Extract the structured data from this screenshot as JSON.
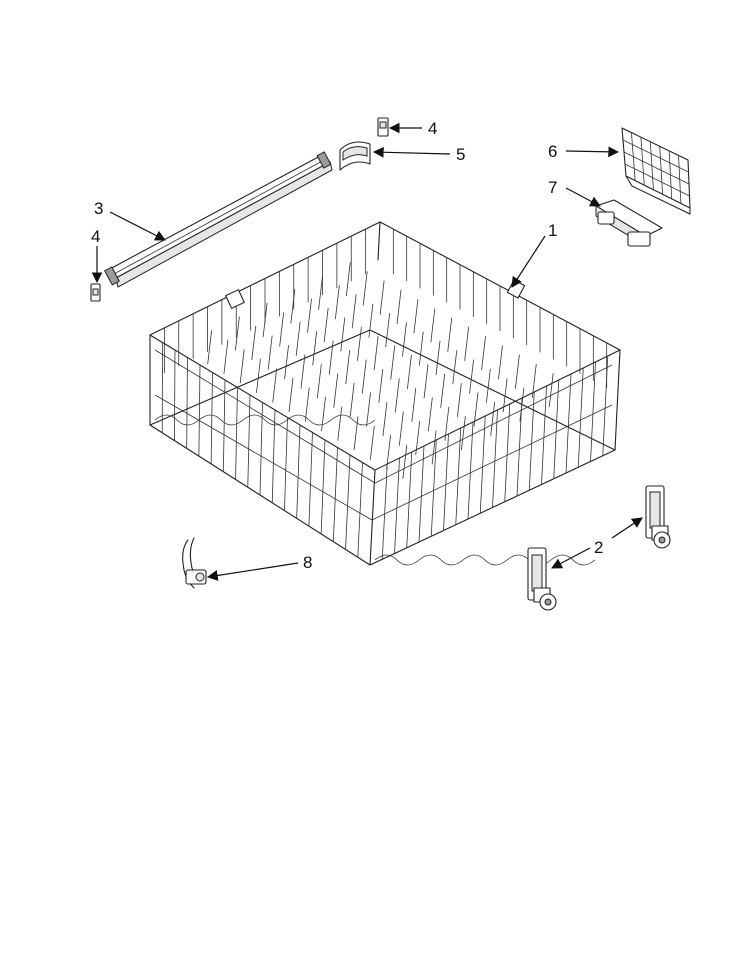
{
  "callouts": [
    {
      "id": "1",
      "label": "1"
    },
    {
      "id": "2",
      "label": "2"
    },
    {
      "id": "3",
      "label": "3"
    },
    {
      "id": "4a",
      "label": "4"
    },
    {
      "id": "4b",
      "label": "4"
    },
    {
      "id": "5",
      "label": "5"
    },
    {
      "id": "6",
      "label": "6"
    },
    {
      "id": "7",
      "label": "7"
    },
    {
      "id": "8",
      "label": "8"
    }
  ],
  "colors": {
    "line": "#222222",
    "background": "#ffffff"
  }
}
